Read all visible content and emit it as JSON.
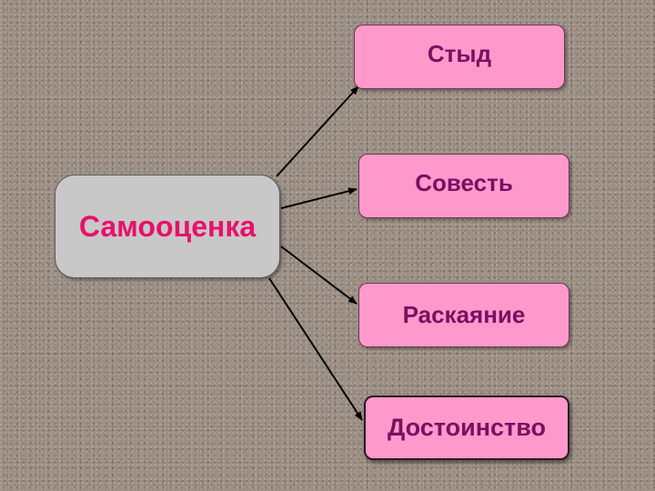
{
  "diagram": {
    "center": {
      "label": "Самооценка"
    },
    "items": [
      {
        "label": "Стыд"
      },
      {
        "label": "Совесть"
      },
      {
        "label": "Раскаяние"
      },
      {
        "label": "Достоинство"
      }
    ]
  },
  "colors": {
    "background": "#9a8d82",
    "center_fill": "#c8c8c8",
    "center_text": "#e8106a",
    "leaf_fill": "#ff99cc",
    "leaf_text": "#7a1060",
    "arrow": "#000000"
  }
}
